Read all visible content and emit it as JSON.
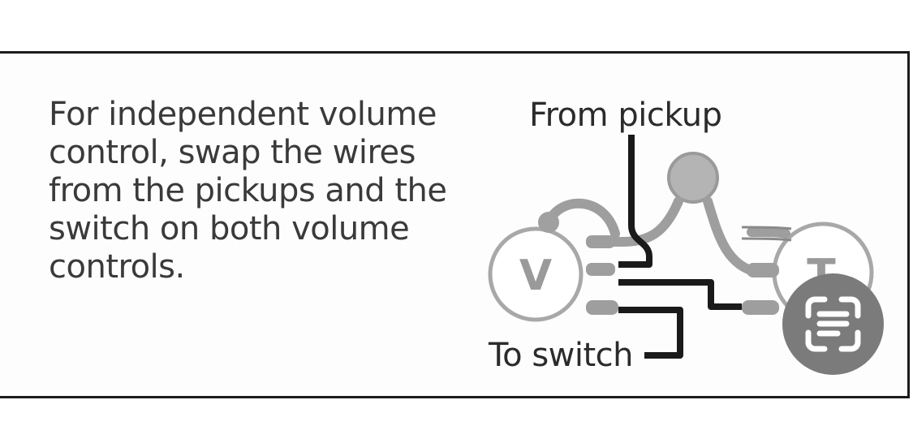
{
  "caption": "For independent volume\ncontrol, swap the wires\nfrom the pickups and the\nswitch on both volume\ncontrols.",
  "labels": {
    "from_pickup": "From pickup",
    "to_switch": "To switch",
    "knob_v": "V",
    "knob_t": "T"
  },
  "icons": {
    "scan_button": "live-text-scan-icon"
  },
  "colors": {
    "border": "#1c1c1c",
    "text": "#3a3a3a",
    "wire_black": "#1a1a1a",
    "wire_gray": "#9e9e9e",
    "scan_button_bg": "#7b7b7b"
  }
}
